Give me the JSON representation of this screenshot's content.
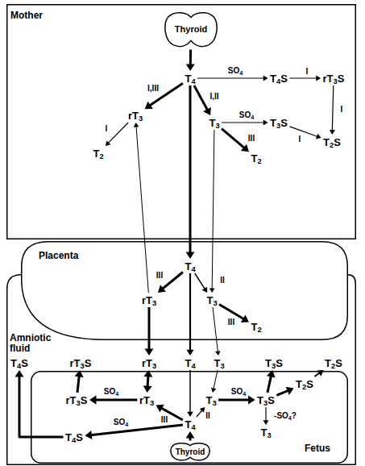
{
  "diagram": {
    "nodes": [
      {
        "text": [
          "Mother"
        ]
      },
      {
        "text": [
          "Thyroid"
        ],
        "in": 0
      },
      {
        "text": [
          "T4"
        ],
        "in": 0
      },
      {
        "text": [
          "T4S"
        ],
        "in": 0
      },
      {
        "text": [
          "rT3S"
        ],
        "in": 0
      },
      {
        "text": [
          "rT3"
        ],
        "in": 0
      },
      {
        "text": [
          "T3"
        ],
        "in": 0
      },
      {
        "text": [
          "T3S"
        ],
        "in": 0
      },
      {
        "text": [
          "T2"
        ],
        "in": 0
      },
      {
        "text": [
          "T2"
        ],
        "in": 0
      },
      {
        "text": [
          "T2S"
        ],
        "in": 0
      },
      {
        "text": [
          "Placenta"
        ]
      },
      {
        "text": [
          "T4"
        ],
        "in": 11
      },
      {
        "text": [
          "rT3"
        ],
        "in": 11
      },
      {
        "text": [
          "T3"
        ],
        "in": 11
      },
      {
        "text": [
          "T2"
        ],
        "in": 11
      },
      {
        "text": [
          "Amniotic fluid"
        ]
      },
      {
        "text": [
          "T4S"
        ],
        "in": 16
      },
      {
        "text": [
          "rT3S"
        ],
        "in": 16
      },
      {
        "text": [
          "rT3"
        ],
        "in": 16
      },
      {
        "text": [
          "T4"
        ],
        "in": 16
      },
      {
        "text": [
          "T3"
        ],
        "in": 16
      },
      {
        "text": [
          "T3S"
        ],
        "in": 16
      },
      {
        "text": [
          "T2S"
        ],
        "in": 16
      },
      {
        "text": [
          "Fetus"
        ],
        "in": 16
      },
      {
        "text": [
          "rT3S"
        ],
        "in": 24
      },
      {
        "text": [
          "rT3"
        ],
        "in": 24
      },
      {
        "text": [
          "T3"
        ],
        "in": 24
      },
      {
        "text": [
          "T3S"
        ],
        "in": 24
      },
      {
        "text": [
          "T2S"
        ],
        "in": 24
      },
      {
        "text": [
          "T3"
        ],
        "in": 24
      },
      {
        "text": [
          "T4S"
        ],
        "in": 24
      },
      {
        "text": [
          "T4"
        ],
        "in": 24
      },
      {
        "text": [
          "Thyroid"
        ],
        "in": 24
      }
    ],
    "edges": [
      {
        "from": 1,
        "to": 2,
        "arrow": "to"
      },
      {
        "from": 2,
        "to": 3,
        "label": "SO4",
        "arrow": "to"
      },
      {
        "from": 3,
        "to": 4,
        "label": "I",
        "arrow": "to"
      },
      {
        "from": 4,
        "to": 10,
        "label": "I",
        "arrow": "to"
      },
      {
        "from": 2,
        "to": 5,
        "label": "I,III",
        "arrow": "to"
      },
      {
        "from": 2,
        "to": 6,
        "label": "I,II",
        "arrow": "to"
      },
      {
        "from": 6,
        "to": 7,
        "label": "SO4",
        "arrow": "to"
      },
      {
        "from": 7,
        "to": 10,
        "label": "I",
        "arrow": "to"
      },
      {
        "from": 6,
        "to": 9,
        "label": "III",
        "arrow": "to"
      },
      {
        "from": 5,
        "to": 8,
        "label": "I",
        "arrow": "to"
      },
      {
        "from": 2,
        "to": 12,
        "arrow": "to"
      },
      {
        "from": 13,
        "to": 5,
        "arrow": "to"
      },
      {
        "from": 6,
        "to": 14,
        "arrow": "to"
      },
      {
        "from": 12,
        "to": 13,
        "label": "III",
        "arrow": "to"
      },
      {
        "from": 12,
        "to": 14,
        "label": "II",
        "arrow": "to"
      },
      {
        "from": 14,
        "to": 15,
        "label": "III",
        "arrow": "to"
      },
      {
        "from": 13,
        "to": 19,
        "arrow": "to"
      },
      {
        "from": 12,
        "to": 20,
        "arrow": "to"
      },
      {
        "from": 14,
        "to": 21,
        "arrow": "to"
      },
      {
        "from": 19,
        "to": 26,
        "arrow": "both"
      },
      {
        "from": 20,
        "to": 32,
        "arrow": "to"
      },
      {
        "from": 21,
        "to": 27,
        "arrow": "to"
      },
      {
        "from": 33,
        "to": 32,
        "arrow": "to"
      },
      {
        "from": 32,
        "to": 26,
        "label": "III",
        "arrow": "to"
      },
      {
        "from": 32,
        "to": 27,
        "label": "II",
        "arrow": "to"
      },
      {
        "from": 32,
        "to": 31,
        "label": "SO4",
        "arrow": "to"
      },
      {
        "from": 26,
        "to": 25,
        "label": "SO4",
        "arrow": "to"
      },
      {
        "from": 27,
        "to": 28,
        "label": "SO4",
        "arrow": "to"
      },
      {
        "from": 28,
        "to": 29,
        "arrow": "to"
      },
      {
        "from": 28,
        "to": 30,
        "label": "-SO4?",
        "arrow": "to"
      },
      {
        "from": 28,
        "to": 22,
        "arrow": "to"
      },
      {
        "from": 29,
        "to": 23,
        "arrow": "to"
      },
      {
        "from": 25,
        "to": 18,
        "arrow": "to"
      },
      {
        "from": 31,
        "to": 17,
        "arrow": "to"
      }
    ]
  }
}
